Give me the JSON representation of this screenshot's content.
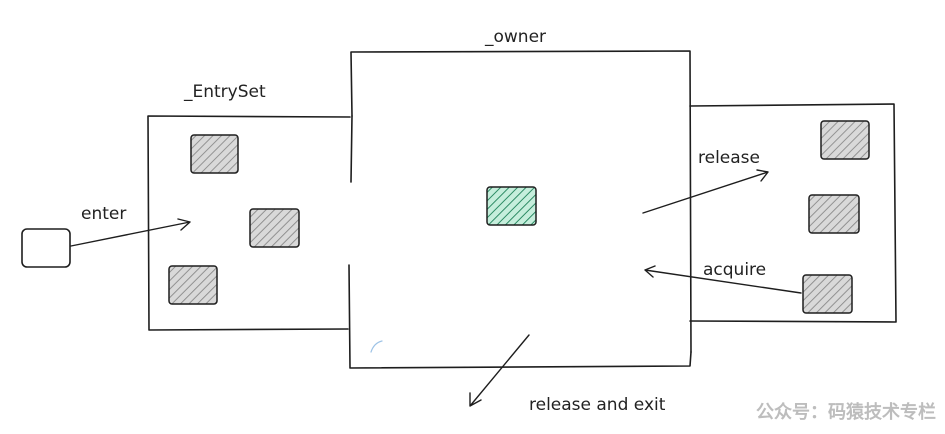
{
  "diagram": {
    "labels": {
      "owner": "_owner",
      "entry_set": "_EntrySet",
      "enter": "enter",
      "release": "release",
      "acquire": "acquire",
      "release_and_exit": "release and exit"
    },
    "watermark": "公众号：码猿技术专栏",
    "colors": {
      "stroke": "#1e1e1e",
      "thread_hatch": "#8a8a8a",
      "thread_fill": "#d9d9d9",
      "owner_thread_hatch": "#1a7f55",
      "owner_thread_fill": "#c6eedc",
      "watermark": "#bdbdbd"
    }
  }
}
